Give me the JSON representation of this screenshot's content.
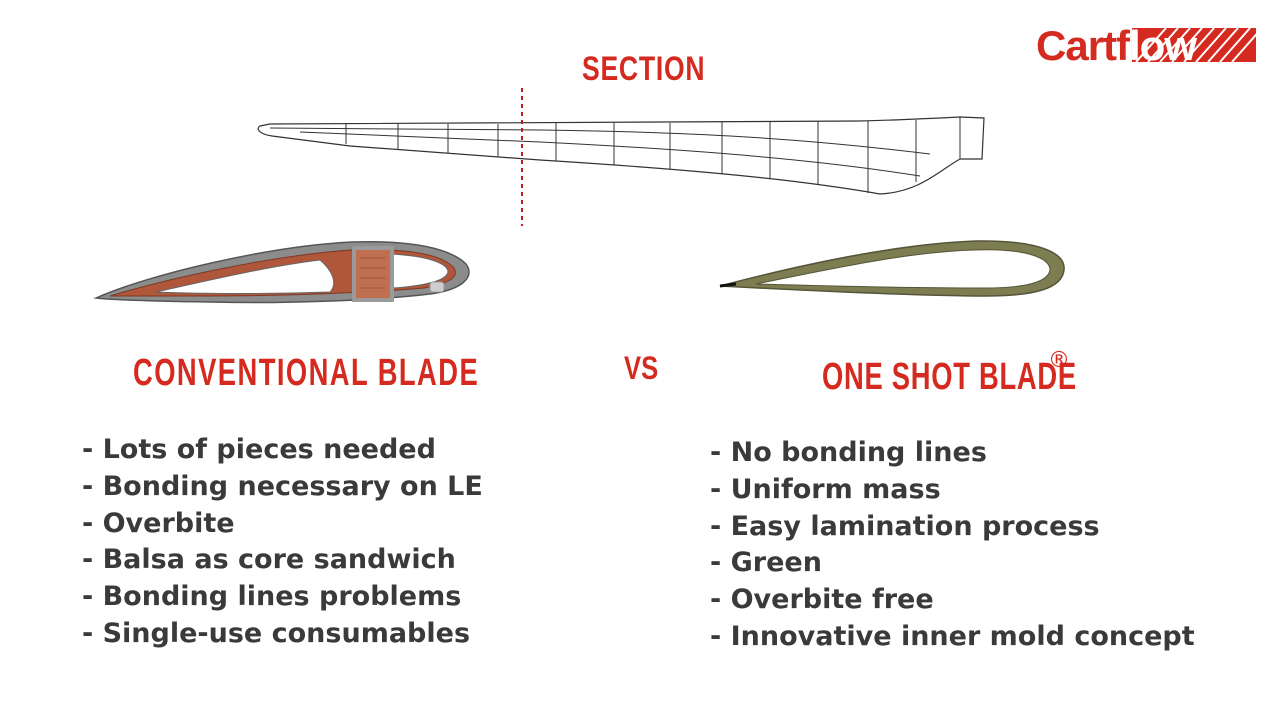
{
  "logo": {
    "text": "Cartflow"
  },
  "section_label": "SECTION",
  "conventional": {
    "title": "CONVENTIONAL BLADE",
    "items": [
      "- Lots of pieces needed",
      "- Bonding necessary on LE",
      "- Overbite",
      "- Balsa as core sandwich",
      "- Bonding lines problems",
      "- Single-use consumables"
    ]
  },
  "vs_label": "VS",
  "one_shot": {
    "title": "ONE SHOT BLADE",
    "reg_mark": "®",
    "items": [
      "- No bonding lines",
      "- Uniform mass",
      "- Easy lamination process",
      "- Green",
      "- Overbite free",
      "- Innovative inner mold concept"
    ]
  },
  "colors": {
    "accent": "#d42a1f",
    "text": "#3a3a3a",
    "blade_brown": "#b0563a",
    "blade_green": "#7d7d52"
  }
}
